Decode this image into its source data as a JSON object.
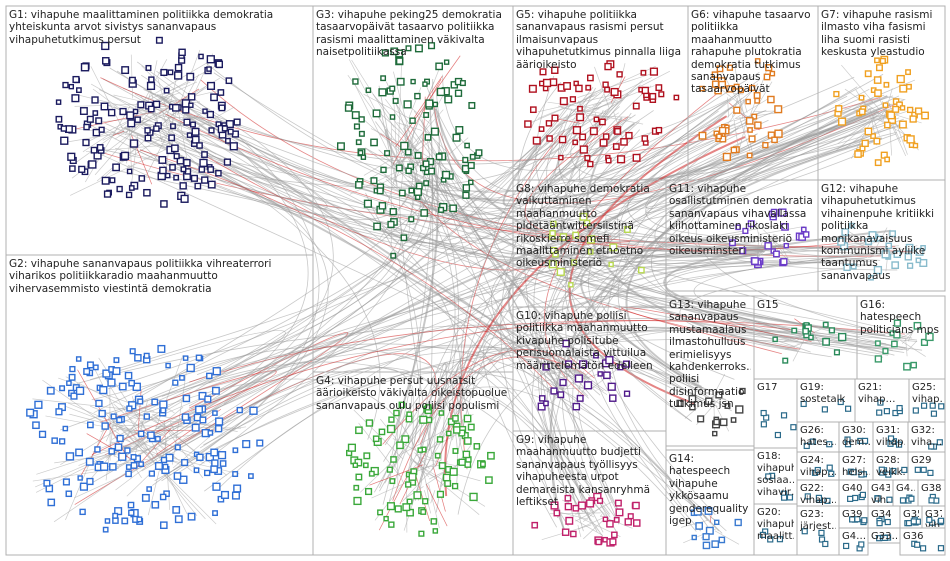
{
  "groups": [
    {
      "id": "G1",
      "label": "G1: vihapuhe maalittaminen politiikka demokratia yhteiskunta arvot sivistys sananvapaus vihapuhetutkimus persut",
      "color": "#1a1a5e"
    },
    {
      "id": "G2",
      "label": "G2: vihapuhe sananvapaus politiikka vihreaterrori viharikos politiikkaradio maahanmuutto vihervasemmisto viestintä demokratia",
      "color": "#2f6fd6"
    },
    {
      "id": "G3",
      "label": "G3: vihapuhe peking25 demokratia tasaarvopäivät tasaarvo politiikka rasismi maalittaminen väkivalta naisetpolitiikassa",
      "color": "#1e6b3a"
    },
    {
      "id": "G4",
      "label": "G4: vihapuhe persut uusnatsit äärioikeisto väkivalta oikeistopuolue sananvapaus oulu poliisi populismi",
      "color": "#3aa83a"
    },
    {
      "id": "G5",
      "label": "G5: vihapuhe politiikka sananvapaus rasismi persut ilmaisunvapaus vihapuhetutkimus pinnalla liiga äärioikeisto",
      "color": "#b0101e"
    },
    {
      "id": "G6",
      "label": "G6: vihapuhe tasaarvo politiikka maahanmuutto rahapuhe plutokratia demokratia tutkimus sananvapaus tasaarvopäivät",
      "color": "#e07b20"
    },
    {
      "id": "G7",
      "label": "G7: vihapuhe rasismi ilmasto viha fasismi liha suomi rasisti keskusta yleastudio",
      "color": "#f0a020"
    },
    {
      "id": "G8",
      "label": "G8: vihapuhe demokratia vaikuttaminen maahanmuutto pidetääntwittersiistinä rikoskierre somefi maalittaminen etnoetno oikeusministeriö",
      "color": "#b8d850"
    },
    {
      "id": "G9",
      "label": "G9: vihapuhe maahanmuutto budjetti sananvapaus työllisyys vihapuheesta urpot demareista kansanryhmä leftikset",
      "color": "#c0206a"
    },
    {
      "id": "G10",
      "label": "G10: vihapuhe poliisi politiikka maahanmuutto kivapuhe polisitube perisuomalaista vittuilua määrittelemätön edelleen",
      "color": "#501a8a"
    },
    {
      "id": "G11",
      "label": "G11: vihapuhe osallistutminen demokratia sananvapaus vihavallassa kiihottaminen rikoslaki oikeus oikeusministeriö oikeusminsteri",
      "color": "#6a3ac8"
    },
    {
      "id": "G12",
      "label": "G12: vihapuhe vihapuhetutkimus vihainenpuhe kritiikki politiikka monikanavaisuus kommunismi ayliike taantumus sananvapaus",
      "color": "#88bbcc"
    },
    {
      "id": "G13",
      "label": "G13: vihapuhe sananvapaus mustamaalaus ilmastohulluus erimielisyys kahdenkerroks… poliisi disinformaatio tutkimus jsn",
      "color": "#444444"
    },
    {
      "id": "G14",
      "label": "G14: hatespeech vihapuhe ykkösaamu genderequality igep",
      "color": "#3a7ad0"
    },
    {
      "id": "G15",
      "label": "G15",
      "color": "#2a8a5a"
    },
    {
      "id": "G16",
      "label": "G16: hatespeech politicians mps",
      "color": "#3a9a6a"
    },
    {
      "id": "G17",
      "label": "G17",
      "color": "#a01020"
    },
    {
      "id": "G18",
      "label": "G18: vihapuhe sosiaa… vihavir…",
      "color": "#555555"
    },
    {
      "id": "G19",
      "label": "G19: sostetalk",
      "color": "#555555"
    },
    {
      "id": "G20",
      "label": "G20: vihapuhe maalitt…",
      "color": "#555555"
    },
    {
      "id": "G21",
      "label": "G21: vihap…",
      "color": "#555555"
    },
    {
      "id": "G22",
      "label": "G22: vihap…",
      "color": "#555555"
    },
    {
      "id": "G23",
      "label": "G23: järjest…",
      "color": "#555555"
    },
    {
      "id": "G24",
      "label": "G24: vihap…",
      "color": "#555555"
    },
    {
      "id": "G25",
      "label": "G25: vihap…",
      "color": "#555555"
    },
    {
      "id": "G26",
      "label": "G26: hates…",
      "color": "#555555"
    },
    {
      "id": "G27",
      "label": "G27: helsi…",
      "color": "#555555"
    },
    {
      "id": "G28",
      "label": "G28: veikk…",
      "color": "#555555"
    },
    {
      "id": "G29",
      "label": "G29",
      "color": "#555555"
    },
    {
      "id": "G30",
      "label": "G30: dem…",
      "color": "#555555"
    },
    {
      "id": "G31",
      "label": "G31: vihap…",
      "color": "#555555"
    },
    {
      "id": "G32",
      "label": "G32: viha…",
      "color": "#555555"
    },
    {
      "id": "G33",
      "label": "G33…",
      "color": "#555555"
    },
    {
      "id": "G34",
      "label": "G34",
      "color": "#555555"
    },
    {
      "id": "G35",
      "label": "G35",
      "color": "#555555"
    },
    {
      "id": "G36",
      "label": "G36",
      "color": "#555555"
    },
    {
      "id": "G37",
      "label": "G37: vih…",
      "color": "#555555"
    },
    {
      "id": "G38",
      "label": "G38",
      "color": "#555555"
    },
    {
      "id": "G39",
      "label": "G39",
      "color": "#555555"
    },
    {
      "id": "G40",
      "label": "G40",
      "color": "#555555"
    },
    {
      "id": "G41",
      "label": "G4…",
      "color": "#555555"
    },
    {
      "id": "G42",
      "label": "G4…",
      "color": "#555555"
    },
    {
      "id": "G43",
      "label": "G43: vih…",
      "color": "#555555"
    }
  ]
}
